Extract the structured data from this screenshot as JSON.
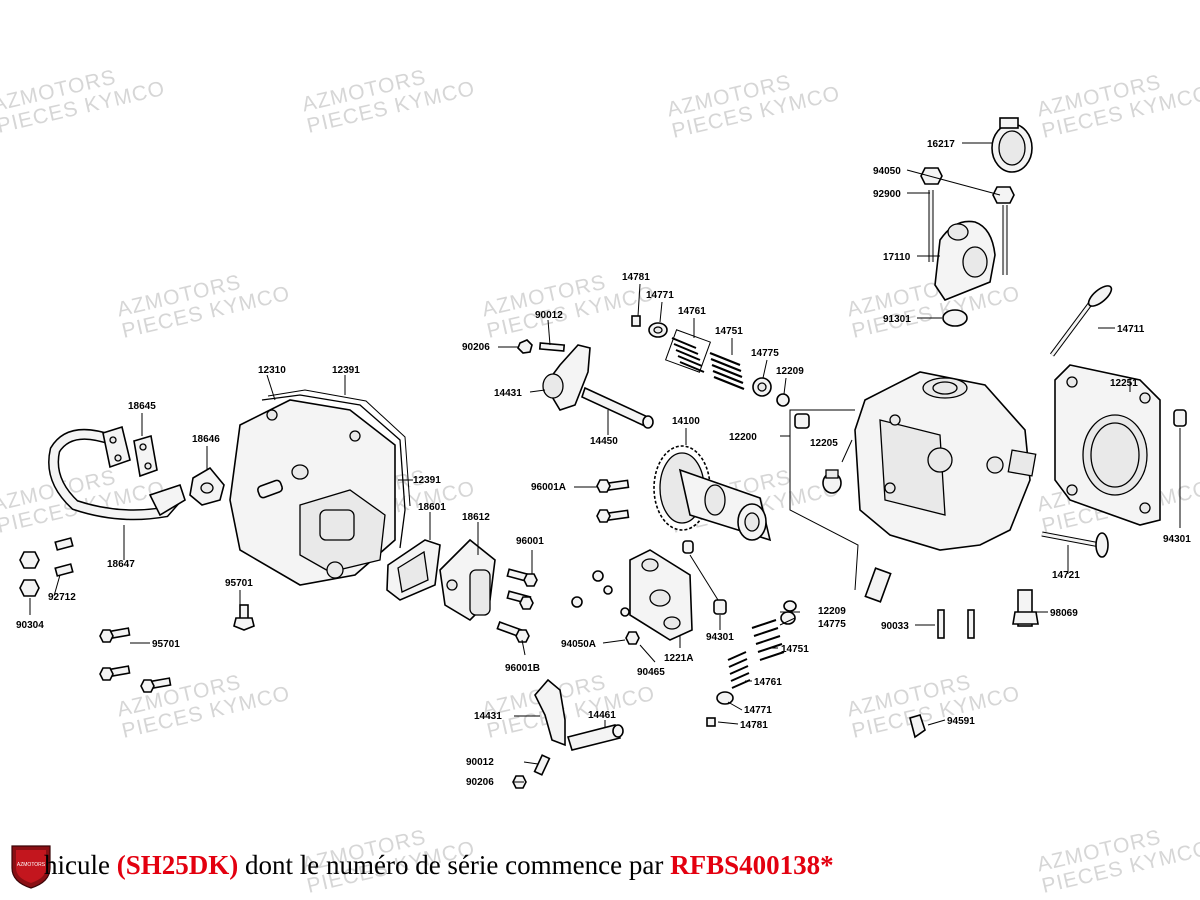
{
  "watermark": {
    "line1": "AZMOTORS",
    "line2": "PIECES KYMCO"
  },
  "footer": {
    "prefix": "hicule ",
    "model_code": "(SH25DK)",
    "middle": " dont le numéro de série commence par ",
    "serial": "RFBS400138*"
  },
  "logo": {
    "text": "AZMOTORS"
  },
  "colors": {
    "accent": "#e3000f",
    "watermark": "#d6d6d6",
    "line": "#000000"
  },
  "part_labels": [
    "16217",
    "94050",
    "92900",
    "17110",
    "91301",
    "14711",
    "12251",
    "94301",
    "14781",
    "14771",
    "14761",
    "14751",
    "14775",
    "12209",
    "90012",
    "90206",
    "14431",
    "14450",
    "14100",
    "12200",
    "12205",
    "12310",
    "12391",
    "12391",
    "18645",
    "18646",
    "18647",
    "18601",
    "18612",
    "96001A",
    "96001",
    "96001B",
    "95701",
    "95701",
    "92712",
    "90304",
    "94050A",
    "90465",
    "1221A",
    "94301",
    "12209",
    "14775",
    "14751",
    "14761",
    "14771",
    "14781",
    "14431",
    "14461",
    "90012",
    "90206",
    "90033",
    "98069",
    "94591",
    "14721"
  ]
}
